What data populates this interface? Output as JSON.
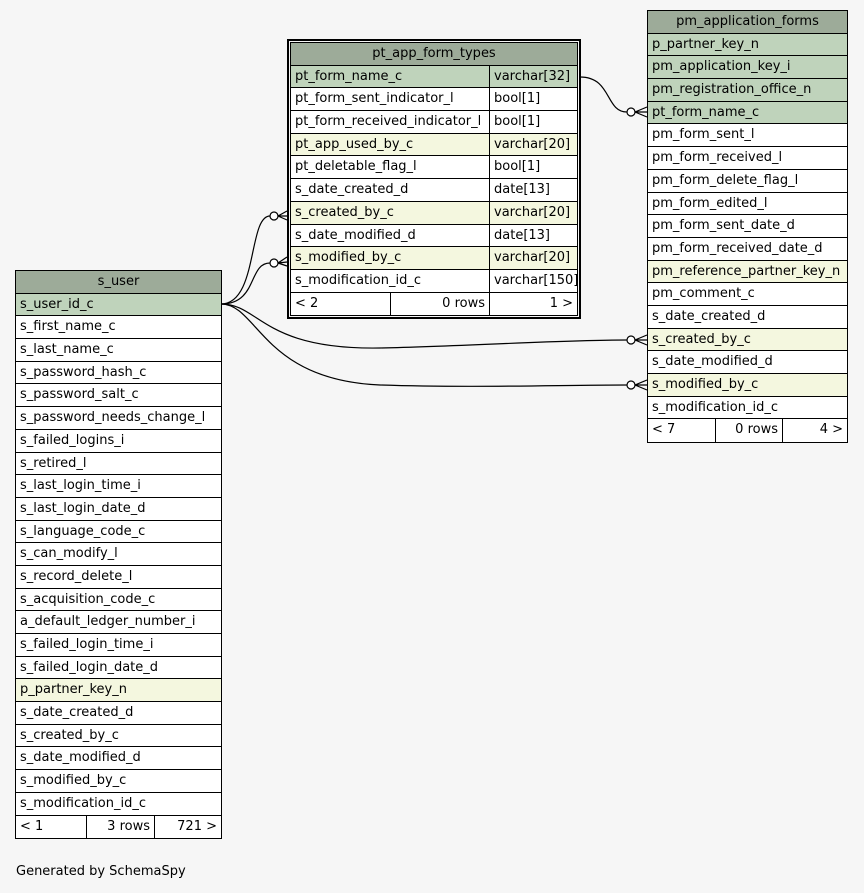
{
  "tables": [
    {
      "id": "s_user",
      "name": "s_user",
      "thick": false,
      "columns": [
        {
          "name": "s_user_id_c",
          "kind": "pk"
        },
        {
          "name": "s_first_name_c"
        },
        {
          "name": "s_last_name_c"
        },
        {
          "name": "s_password_hash_c"
        },
        {
          "name": "s_password_salt_c"
        },
        {
          "name": "s_password_needs_change_l"
        },
        {
          "name": "s_failed_logins_i"
        },
        {
          "name": "s_retired_l"
        },
        {
          "name": "s_last_login_time_i"
        },
        {
          "name": "s_last_login_date_d"
        },
        {
          "name": "s_language_code_c"
        },
        {
          "name": "s_can_modify_l"
        },
        {
          "name": "s_record_delete_l"
        },
        {
          "name": "s_acquisition_code_c"
        },
        {
          "name": "a_default_ledger_number_i"
        },
        {
          "name": "s_failed_login_time_i"
        },
        {
          "name": "s_failed_login_date_d"
        },
        {
          "name": "p_partner_key_n",
          "kind": "fk"
        },
        {
          "name": "s_date_created_d"
        },
        {
          "name": "s_created_by_c"
        },
        {
          "name": "s_date_modified_d"
        },
        {
          "name": "s_modified_by_c"
        },
        {
          "name": "s_modification_id_c"
        }
      ],
      "footer": {
        "parents": "< 1",
        "rows": "3 rows",
        "children": "721 >"
      }
    },
    {
      "id": "pt_app_form_types",
      "name": "pt_app_form_types",
      "thick": true,
      "columns": [
        {
          "name": "pt_form_name_c",
          "type": "varchar[32]",
          "kind": "pk"
        },
        {
          "name": "pt_form_sent_indicator_l",
          "type": "bool[1]"
        },
        {
          "name": "pt_form_received_indicator_l",
          "type": "bool[1]"
        },
        {
          "name": "pt_app_used_by_c",
          "type": "varchar[20]",
          "kind": "fk"
        },
        {
          "name": "pt_deletable_flag_l",
          "type": "bool[1]"
        },
        {
          "name": "s_date_created_d",
          "type": "date[13]"
        },
        {
          "name": "s_created_by_c",
          "type": "varchar[20]",
          "kind": "fk"
        },
        {
          "name": "s_date_modified_d",
          "type": "date[13]"
        },
        {
          "name": "s_modified_by_c",
          "type": "varchar[20]",
          "kind": "fk"
        },
        {
          "name": "s_modification_id_c",
          "type": "varchar[150]"
        }
      ],
      "footer": {
        "parents": "< 2",
        "rows": "0 rows",
        "children": "1 >"
      }
    },
    {
      "id": "pm_application_forms",
      "name": "pm_application_forms",
      "thick": false,
      "columns": [
        {
          "name": "p_partner_key_n",
          "kind": "pk"
        },
        {
          "name": "pm_application_key_i",
          "kind": "pk"
        },
        {
          "name": "pm_registration_office_n",
          "kind": "pk"
        },
        {
          "name": "pt_form_name_c",
          "kind": "pk"
        },
        {
          "name": "pm_form_sent_l"
        },
        {
          "name": "pm_form_received_l"
        },
        {
          "name": "pm_form_delete_flag_l"
        },
        {
          "name": "pm_form_edited_l"
        },
        {
          "name": "pm_form_sent_date_d"
        },
        {
          "name": "pm_form_received_date_d"
        },
        {
          "name": "pm_reference_partner_key_n",
          "kind": "fk"
        },
        {
          "name": "pm_comment_c"
        },
        {
          "name": "s_date_created_d"
        },
        {
          "name": "s_created_by_c",
          "kind": "fk"
        },
        {
          "name": "s_date_modified_d"
        },
        {
          "name": "s_modified_by_c",
          "kind": "fk"
        },
        {
          "name": "s_modification_id_c"
        }
      ],
      "footer": {
        "parents": "< 7",
        "rows": "0 rows",
        "children": "4 >"
      }
    }
  ],
  "footer_text": "Generated by SchemaSpy"
}
